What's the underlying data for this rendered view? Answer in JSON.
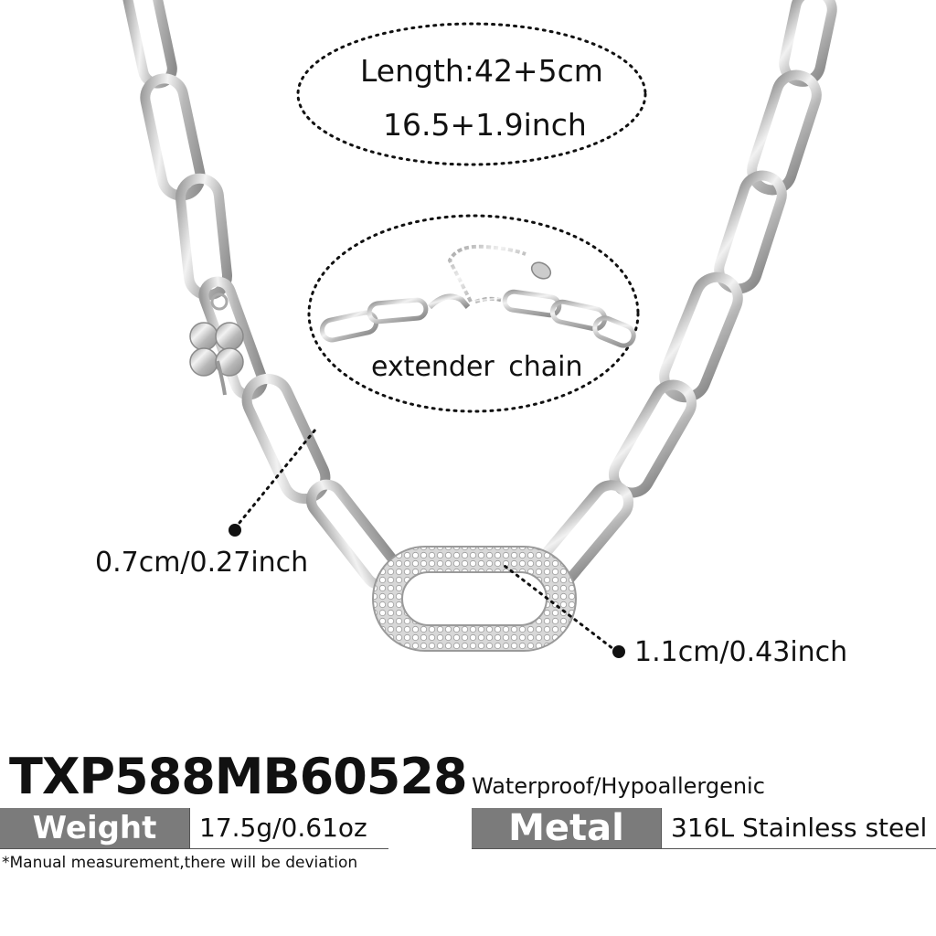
{
  "labels": {
    "length_cm": "Length:42+5cm",
    "length_inch": "16.5+1.9inch",
    "extender": "extender  chain",
    "link_width": "0.7cm/0.27inch",
    "pendant_width": "1.1cm/0.43inch"
  },
  "product": {
    "code": "TXP588MB60528",
    "feature": "Waterproof/Hypoallergenic",
    "weight_label": "Weight",
    "weight_value": "17.5g/0.61oz",
    "metal_label": "Metal",
    "metal_value": "316L Stainless steel",
    "note": "*Manual measurement,there will be deviation"
  },
  "colors": {
    "tag_bg": "#7b7b7b",
    "metal_silver": "#c8c8c8"
  }
}
